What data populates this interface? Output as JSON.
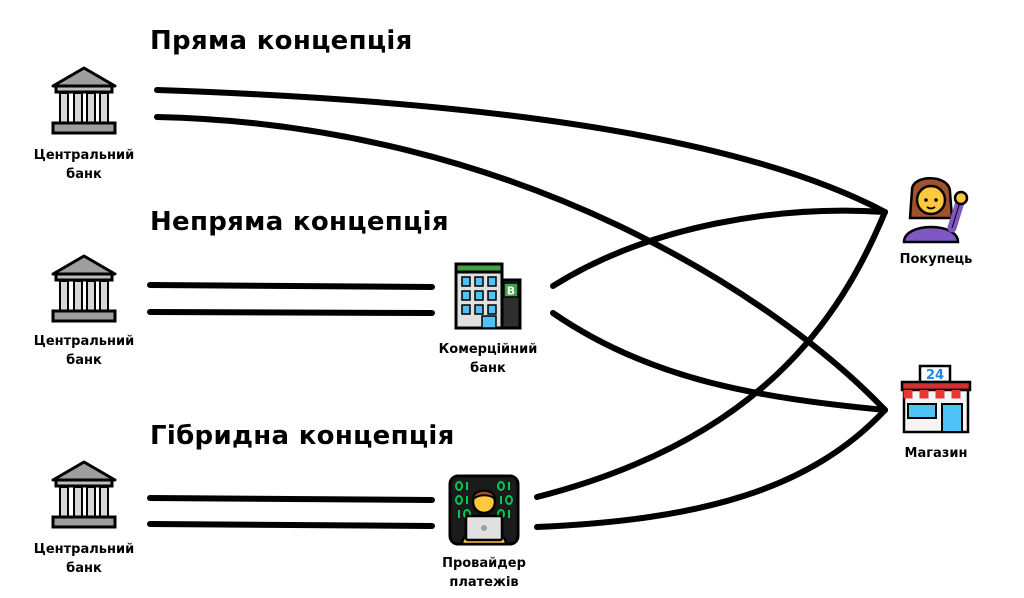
{
  "concepts": {
    "direct": {
      "title": "Пряма концепція"
    },
    "indirect": {
      "title": "Непряма концепція"
    },
    "hybrid": {
      "title": "Гібридна концепція"
    }
  },
  "nodes": {
    "central_bank": {
      "line1": "Центральний",
      "line2": "банк",
      "icon": "bank-building-icon"
    },
    "commercial_bank": {
      "line1": "Комерційний",
      "line2": "банк",
      "icon": "office-building-icon"
    },
    "payment_provider": {
      "line1": "Провайдер",
      "line2": "платежів",
      "icon": "technologist-icon"
    },
    "buyer": {
      "label": "Покупець",
      "icon": "person-tipping-hand-icon"
    },
    "store": {
      "label": "Магазин",
      "icon": "convenience-store-icon",
      "sign": "24"
    }
  },
  "colors": {
    "line": "#000000",
    "bank_gray": "#8a8a8a",
    "building_green": "#43a047",
    "window_blue": "#4fc3f7",
    "person_purple": "#7e57c2",
    "hair_brown": "#a0522d",
    "skin": "#ffc83d",
    "store_red": "#e53935",
    "screen_green": "#00c853"
  }
}
